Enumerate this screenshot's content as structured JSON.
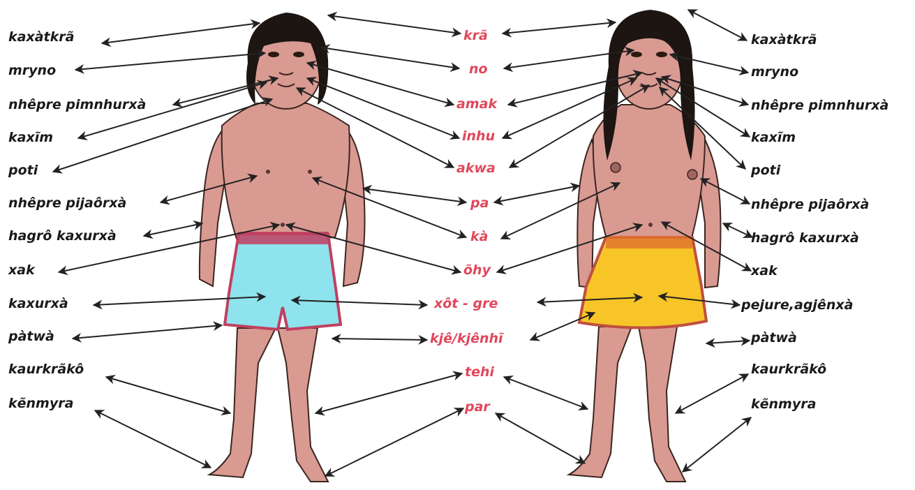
{
  "colors": {
    "portuguese_terms": "#1a1a1a",
    "body_part_terms": "#e0485a",
    "skin": "#d99a92",
    "hair": "#1c1512",
    "male_shorts": "#8ee3ee",
    "male_shorts_trim": "#c04060",
    "female_skirt": "#f7c527",
    "female_skirt_trim": "#c05040",
    "arrows": "#222222"
  },
  "left_column": {
    "items": [
      "kaxàtkrã",
      "mryno",
      "nhêpre pimnhurxà",
      "kaxĩm",
      "poti",
      "nhêpre pijaôrxà",
      "hagrô kaxurxà",
      "xak",
      "kaxurxà",
      "pàtwà",
      "kaurkrãkô",
      "kẽnmyra"
    ]
  },
  "middle_column": {
    "items": [
      "krã",
      "no",
      "amak",
      "inhu",
      "akwa",
      "pa",
      "kà",
      "õhy",
      "xôt - gre",
      "kjê/kjênhĩ",
      "tehi",
      "par"
    ]
  },
  "right_column": {
    "items": [
      "kaxàtkrã",
      "mryno",
      "nhêpre pimnhurxà",
      "kaxĩm",
      "poti",
      "nhêpre pijaôrxà",
      "hagrô kaxurxà",
      "xak",
      "pejure,agjênxà",
      "pàtwà",
      "kaurkrãkô",
      "kẽnmyra"
    ]
  }
}
